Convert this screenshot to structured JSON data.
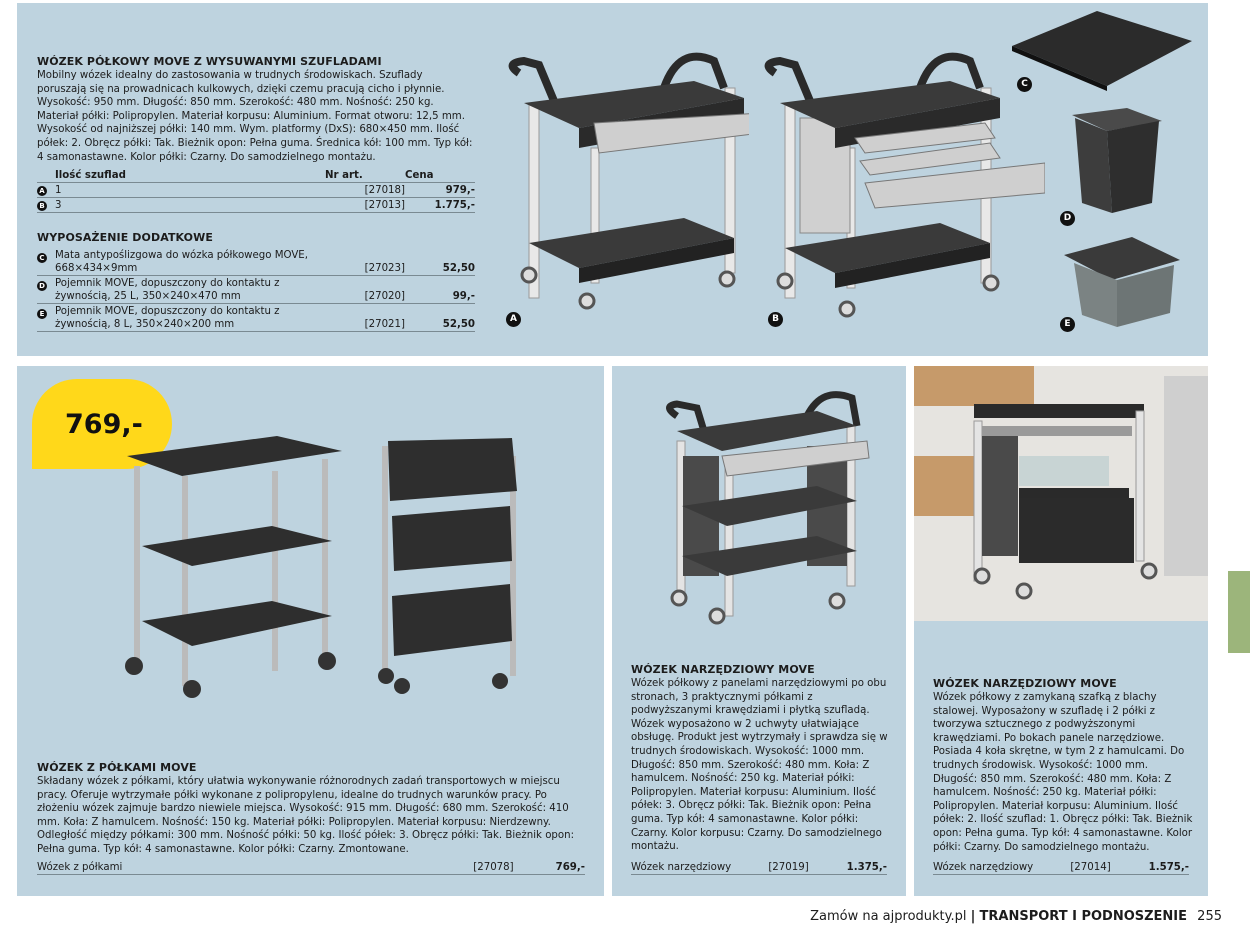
{
  "section1": {
    "title": "WÓZEK PÓŁKOWY MOVE Z WYSUWANYMI SZUFLADAMI",
    "description": "Mobilny wózek idealny do zastosowania w trudnych środowiskach. Szuflady poruszają się na prowadnicach kulkowych, dzięki czemu pracują cicho i płynnie. Wysokość: 950 mm. Długość: 850 mm. Szerokość: 480 mm. Nośność: 250 kg. Materiał półki: Polipropylen. Materiał korpusu: Aluminium. Format otworu: 12,5 mm. Wysokość od najniższej półki: 140 mm. Wym. platformy (DxS): 680×450 mm. Ilość półek: 2. Obręcz półki: Tak. Bieżnik opon: Pełna guma. Średnica kół: 100 mm. Typ kół: 4 samonastawne. Kolor półki: Czarny. Do samodzielnego montażu.",
    "headers": {
      "col1": "Ilość szuflad",
      "col2": "Nr art.",
      "col3": "Cena"
    },
    "rows": [
      {
        "letter": "A",
        "qty": "1",
        "art": "[27018]",
        "price": "979,-"
      },
      {
        "letter": "B",
        "qty": "3",
        "art": "[27013]",
        "price": "1.775,-"
      }
    ],
    "accessories_title": "WYPOSAŻENIE DODATKOWE",
    "accessories": [
      {
        "letter": "C",
        "name": "Mata antypoślizgowa do wózka półkowego MOVE, 668×434×9mm",
        "art": "[27023]",
        "price": "52,50"
      },
      {
        "letter": "D",
        "name": "Pojemnik MOVE, dopuszczony do kontaktu z żywnością, 25 L, 350×240×470 mm",
        "art": "[27020]",
        "price": "99,-"
      },
      {
        "letter": "E",
        "name": "Pojemnik MOVE, dopuszczony do kontaktu z żywnością, 8 L, 350×240×200 mm",
        "art": "[27021]",
        "price": "52,50"
      }
    ],
    "image_labels": {
      "a": "A",
      "b": "B",
      "c": "C",
      "d": "D",
      "e": "E"
    }
  },
  "section2": {
    "badge_price": "769,-",
    "title": "WÓZEK Z PÓŁKAMI MOVE",
    "description": "Składany wózek z półkami, który ułatwia wykonywanie różnorodnych zadań transportowych w miejscu pracy. Oferuje wytrzymałe półki wykonane z polipropylenu, idealne do trudnych warunków pracy. Po złożeniu wózek zajmuje bardzo niewiele miejsca. Wysokość: 915 mm. Długość: 680 mm. Szerokość: 410 mm. Koła: Z hamulcem. Nośność: 150 kg. Materiał półki: Polipropylen. Materiał korpusu: Nierdzewny. Odległość między półkami: 300 mm. Nośność półki: 50 kg. Ilość półek: 3. Obręcz półki: Tak. Bieżnik opon: Pełna guma. Typ kół: 4 samonastawne. Kolor półki: Czarny. Zmontowane.",
    "item": {
      "name": "Wózek z półkami",
      "art": "[27078]",
      "price": "769,-"
    }
  },
  "section3": {
    "title": "WÓZEK NARZĘDZIOWY MOVE",
    "description": "Wózek półkowy z panelami narzędziowymi po obu stronach, 3 praktycznymi półkami z podwyższanymi krawędziami i płytką szufladą. Wózek wyposażono w 2 uchwyty ułatwiające obsługę. Produkt jest wytrzymały i sprawdza się w trudnych środowiskach. Wysokość: 1000 mm. Długość: 850 mm. Szerokość: 480 mm. Koła: Z hamulcem. Nośność: 250 kg. Materiał półki: Polipropylen. Materiał korpusu: Aluminium. Ilość półek: 3. Obręcz półki: Tak. Bieżnik opon: Pełna guma. Typ kół: 4 samonastawne. Kolor półki: Czarny. Kolor korpusu: Czarny. Do samodzielnego montażu.",
    "item": {
      "name": "Wózek narzędziowy",
      "art": "[27019]",
      "price": "1.375,-"
    }
  },
  "section4": {
    "title": "WÓZEK NARZĘDZIOWY MOVE",
    "description": "Wózek półkowy z zamykaną szafką z blachy stalowej. Wyposażony w szufladę i 2 półki z tworzywa sztucznego z podwyższonymi krawędziami. Po bokach panele narzędziowe. Posiada 4 koła skrętne, w tym 2 z hamulcami. Do trudnych środowisk. Wysokość: 1000 mm. Długość: 850 mm. Szerokość: 480 mm. Koła: Z hamulcem. Nośność: 250 kg. Materiał półki: Polipropylen. Materiał korpusu: Aluminium. Ilość półek: 2. Ilość szuflad: 1. Obręcz półki: Tak. Bieżnik opon: Pełna guma. Typ kół: 4 samonastawne. Kolor półki: Czarny. Do samodzielnego montażu.",
    "item": {
      "name": "Wózek narzędziowy",
      "art": "[27014]",
      "price": "1.575,-"
    }
  },
  "footer": {
    "site": "Zamów na ajprodukty.pl",
    "separator": "|",
    "section": "TRANSPORT I PODNOSZENIE",
    "page": "255"
  },
  "colors": {
    "panel": "#bed3df",
    "badge": "#ffd81a",
    "tab": "#9cb57b"
  }
}
